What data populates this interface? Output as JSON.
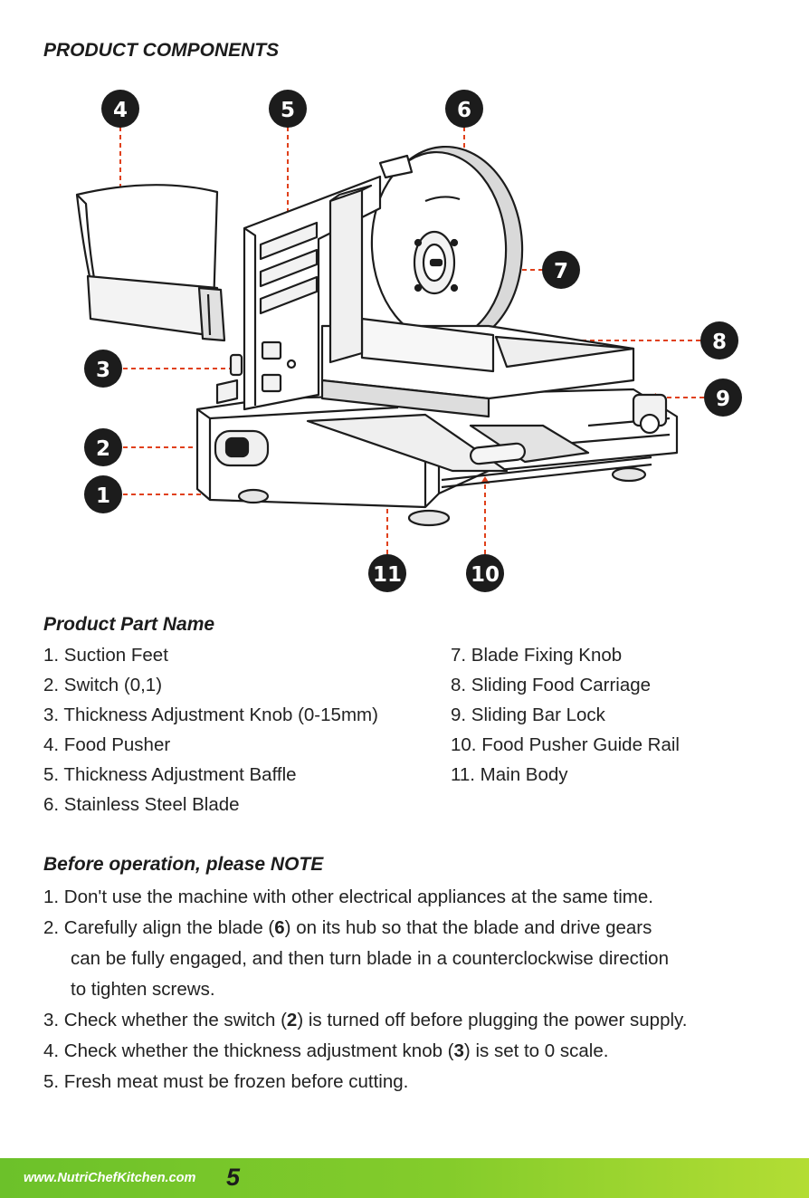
{
  "components_heading": "PRODUCT COMPONENTS",
  "callouts": [
    "4",
    "5",
    "6",
    "7",
    "8",
    "3",
    "9",
    "2",
    "1",
    "11",
    "10"
  ],
  "parts_heading": "Product Part Name",
  "parts_left": [
    "1. Suction Feet",
    "2. Switch (0,1)",
    "3. Thickness Adjustment Knob (0-15mm)",
    "4. Food Pusher",
    "5. Thickness Adjustment Baffle",
    "6. Stainless Steel Blade"
  ],
  "parts_right": [
    "7. Blade Fixing Knob",
    "8. Sliding Food Carriage",
    "9. Sliding Bar Lock",
    "10. Food Pusher Guide Rail",
    "11. Main Body"
  ],
  "notes_heading": "Before operation, please NOTE",
  "notes": {
    "n1": "1. Don't use the machine with other electrical appliances at the same time.",
    "n2_a": "2. Carefully align the blade (",
    "n2_b": "6",
    "n2_c": ") on its hub so that the blade and drive gears",
    "n2_d": "can be fully engaged, and then turn blade in a counterclockwise direction",
    "n2_e": "to tighten screws.",
    "n3_a": "3. Check whether the switch (",
    "n3_b": "2",
    "n3_c": ") is turned off before plugging the power supply.",
    "n4_a": "4. Check whether the thickness adjustment knob (",
    "n4_b": "3",
    "n4_c": ") is set to 0 scale.",
    "n5": "5. Fresh meat must be frozen before cutting."
  },
  "footer": {
    "url": "www.NutriChefKitchen.com",
    "page": "5"
  },
  "colors": {
    "accent": "#e0401a",
    "callout_bg": "#1c1c1c",
    "footer_start": "#6cc12a",
    "footer_end": "#b3dd34"
  }
}
